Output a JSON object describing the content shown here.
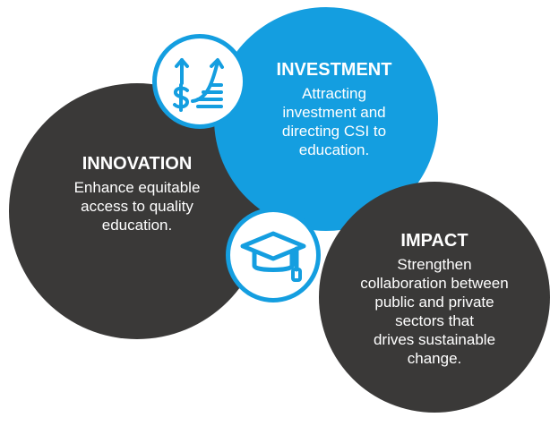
{
  "circles": {
    "innovation": {
      "title": "INNOVATION",
      "body": "Enhance equitable\naccess to quality\neducation."
    },
    "investment": {
      "title": "INVESTMENT",
      "body": "Attracting\ninvestment and\ndirecting CSI to\neducation."
    },
    "impact": {
      "title": "IMPACT",
      "body": "Strengthen\ncollaboration between\npublic and private\nsectors that\ndrives sustainable\nchange."
    }
  },
  "icons": {
    "investment": "growth-chart-icon",
    "impact": "graduation-cap-icon"
  },
  "colors": {
    "accent": "#149ee0",
    "dark": "#3a3938",
    "text": "#ffffff"
  }
}
